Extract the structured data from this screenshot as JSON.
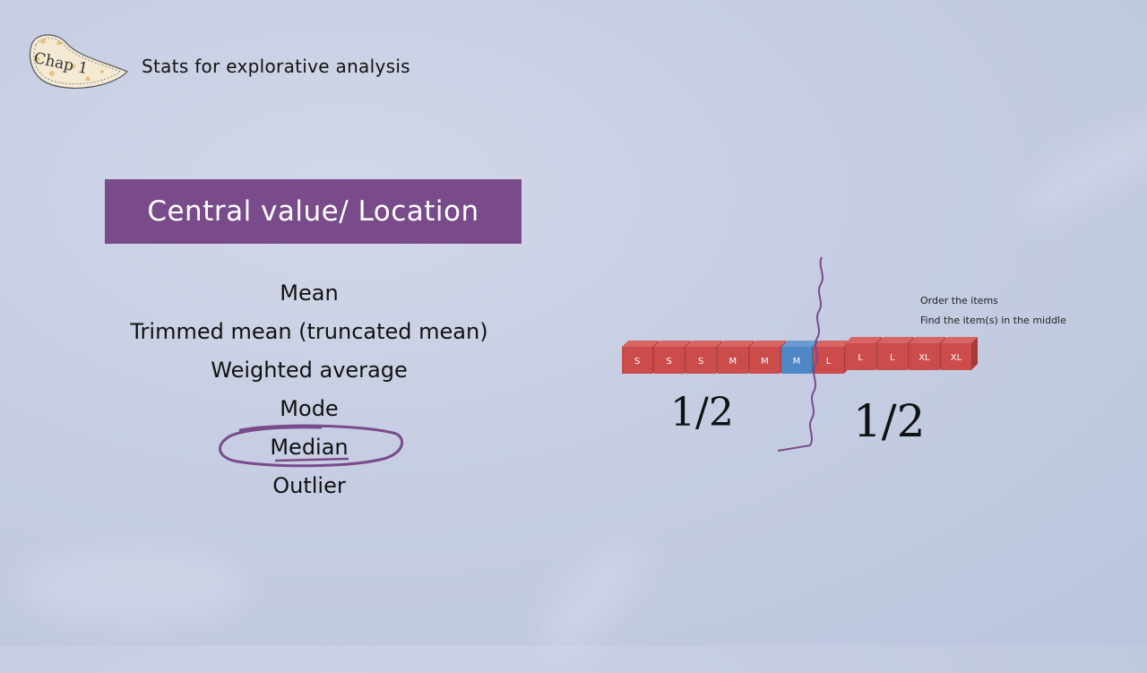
{
  "header": {
    "chapter_badge": "Chap 1",
    "title": "Stats for explorative analysis"
  },
  "section": {
    "title": "Central value/ Location"
  },
  "concepts": [
    "Mean",
    "Trimmed mean (truncated mean)",
    "Weighted average",
    "Mode",
    "Median",
    "Outlier"
  ],
  "highlighted_concept": "Median",
  "diagram": {
    "instructions": [
      "Order the items",
      "Find the item(s) in the middle"
    ],
    "blocks": [
      {
        "label": "S",
        "highlight": false
      },
      {
        "label": "S",
        "highlight": false
      },
      {
        "label": "S",
        "highlight": false
      },
      {
        "label": "M",
        "highlight": false
      },
      {
        "label": "M",
        "highlight": false
      },
      {
        "label": "M",
        "highlight": true
      },
      {
        "label": "L",
        "highlight": false
      },
      {
        "label": "L",
        "highlight": false
      },
      {
        "label": "L",
        "highlight": false
      },
      {
        "label": "XL",
        "highlight": false
      },
      {
        "label": "XL",
        "highlight": false
      }
    ],
    "left_half_label": "1/2",
    "right_half_label": "1/2"
  },
  "colors": {
    "banner": "#7a4b8a",
    "block_red": "#cc4b4b",
    "block_blue": "#4f86c6",
    "accent_purple": "#7a4b8a",
    "badge_dots": "#e8c27a"
  }
}
